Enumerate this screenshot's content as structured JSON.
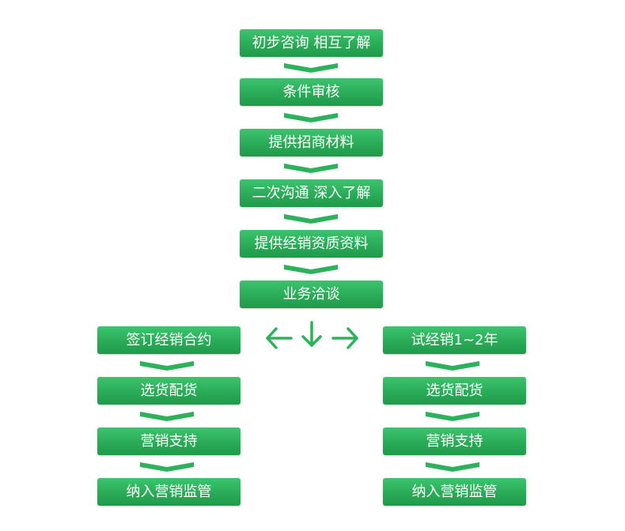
{
  "main_flow": [
    "初步咨询 相互了解",
    "条件审核",
    "提供招商材料",
    "二次沟通 深入了解",
    "提供经销资质资料",
    "业务洽谈"
  ],
  "left_branch": [
    "签订经销合约",
    "选货配货",
    "营销支持",
    "纳入营销监管"
  ],
  "right_branch": [
    "试经销1~2年",
    "选货配货",
    "营销支持",
    "纳入营销监管"
  ],
  "colors": {
    "box_green": "#2aab57",
    "arrow_green": "#2db25c",
    "text": "#ffffff"
  },
  "icons": {
    "connector": "chevron-down-icon",
    "branch_left": "arrow-left-icon",
    "branch_down": "arrow-down-icon",
    "branch_right": "arrow-right-icon"
  }
}
